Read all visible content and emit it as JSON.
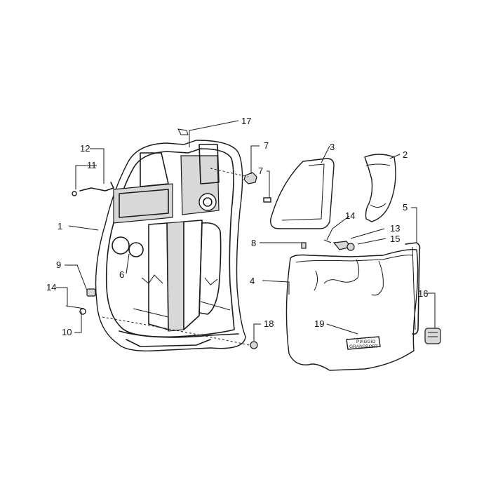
{
  "callouts": {
    "c1": "1",
    "c2": "2",
    "c3": "3",
    "c4": "4",
    "c5": "5",
    "c6": "6",
    "c7a": "7",
    "c7b": "7",
    "c8": "8",
    "c9": "9",
    "c10": "10",
    "c11": "11",
    "c12": "12",
    "c13": "13",
    "c14a": "14",
    "c14b": "14",
    "c15": "15",
    "c16": "16",
    "c17": "17",
    "c18": "18",
    "c19": "19"
  },
  "plate": {
    "line1": "PIAGGIO",
    "line2": "GRANSPORT"
  }
}
